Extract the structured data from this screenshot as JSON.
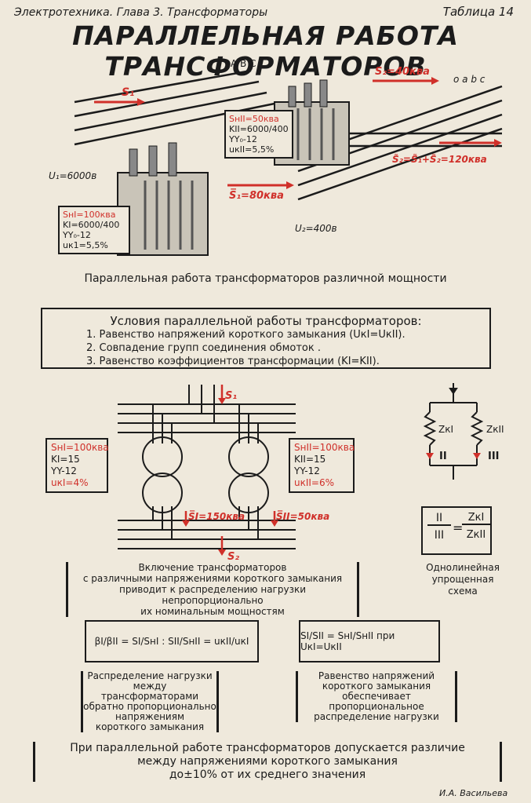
{
  "header": {
    "left": "Электротехника. Глава 3. Трансформаторы",
    "right": "Таблица 14",
    "title": "ПАРАЛЛЕЛЬНАЯ РАБОТА ТРАНСФОРМАТОРОВ"
  },
  "top_figure": {
    "phases_hv": "A B C",
    "phases_lv": "o a b c",
    "s1": "S₁",
    "s2_top": "S₂=40ква",
    "s1_flow": "S̅₁=80ква",
    "s2_total": "S̃₂=S̃₁+S̃₂=120ква",
    "u1": "U₁=6000в",
    "u2": "U₂=400в",
    "tr2_box": [
      "SнII=50ква",
      "KII=6000/400",
      "YY₀-12",
      "uкII=5,5%"
    ],
    "tr1_box": [
      "SнI=100ква",
      "KI=6000/400",
      "YY₀-12",
      "uк1=5,5%"
    ],
    "caption": "Параллельная работа трансформаторов различной мощности"
  },
  "conditions": {
    "title": "Условия параллельной работы трансформаторов:",
    "items": [
      "1. Равенство напряжений короткого замыкания (UкI=UкII).",
      "2. Совпадение групп соединения обмоток .",
      "3. Равенство коэффициентов трансформации (KI=KII)."
    ]
  },
  "mid_figure": {
    "s1": "S₁",
    "s2": "S₂",
    "left_box": [
      "SнI=100ква",
      "KI=15",
      "YY-12",
      "uкI=4%"
    ],
    "right_box": [
      "SнII=100ква",
      "KII=15",
      "YY-12",
      "uкII=6%"
    ],
    "flow_left": "S̅I=150ква",
    "flow_right": "S̅II=50ква",
    "caption": [
      "Включение трансформаторов",
      "с различными напряжениями короткого замыкания",
      "приводит к распределению нагрузки непропорционально",
      "их номинальным мощностям"
    ]
  },
  "equiv": {
    "zk1": "ZкI",
    "zk2": "ZкII",
    "i1": "II",
    "i2": "III",
    "formula_left_num": "II",
    "formula_left_den": "III",
    "formula_right_num": "ZкI",
    "formula_right_den": "ZкII",
    "caption": [
      "Однолинейная",
      "упрощенная",
      "схема"
    ]
  },
  "formula1": {
    "text": "βI/βII = SI/SнI : SII/SнII = uкII/uкI",
    "caption": [
      "Распределение нагрузки",
      "между трансформаторами",
      "обратно пропорционально",
      "напряжениям",
      "короткого замыкания"
    ]
  },
  "formula2": {
    "text": "SI/SII = SнI/SнII  при  UкI=UкII",
    "caption": [
      "Равенство напряжений",
      "короткого замыкания",
      "обеспечивает",
      "пропорциональное",
      "распределение нагрузки"
    ]
  },
  "footer": {
    "note": [
      "При параллельной работе трансформаторов допускается различие",
      "между напряжениями короткого замыкания",
      "до±10% от их среднего значения"
    ],
    "author": "И.А. Васильева"
  },
  "colors": {
    "accent": "#d0302a",
    "ink": "#1b1b1b",
    "paper": "#efe9dc"
  }
}
